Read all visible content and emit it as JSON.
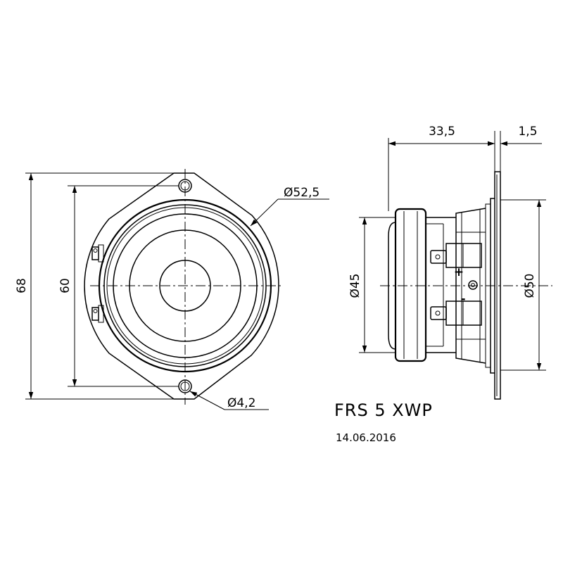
{
  "front_view": {
    "dim_height": "68",
    "dim_hole_spacing": "60",
    "dim_outer_diameter": "Ø52,5",
    "dim_hole_diameter": "Ø4,2"
  },
  "side_view": {
    "dim_depth": "33,5",
    "dim_flange": "1,5",
    "dim_magnet_diameter": "Ø45",
    "dim_flange_diameter": "Ø50",
    "terminal_plus": "+",
    "terminal_minus": "-"
  },
  "title_block": {
    "model": "FRS 5 XWP",
    "date": "14.06.2016"
  }
}
